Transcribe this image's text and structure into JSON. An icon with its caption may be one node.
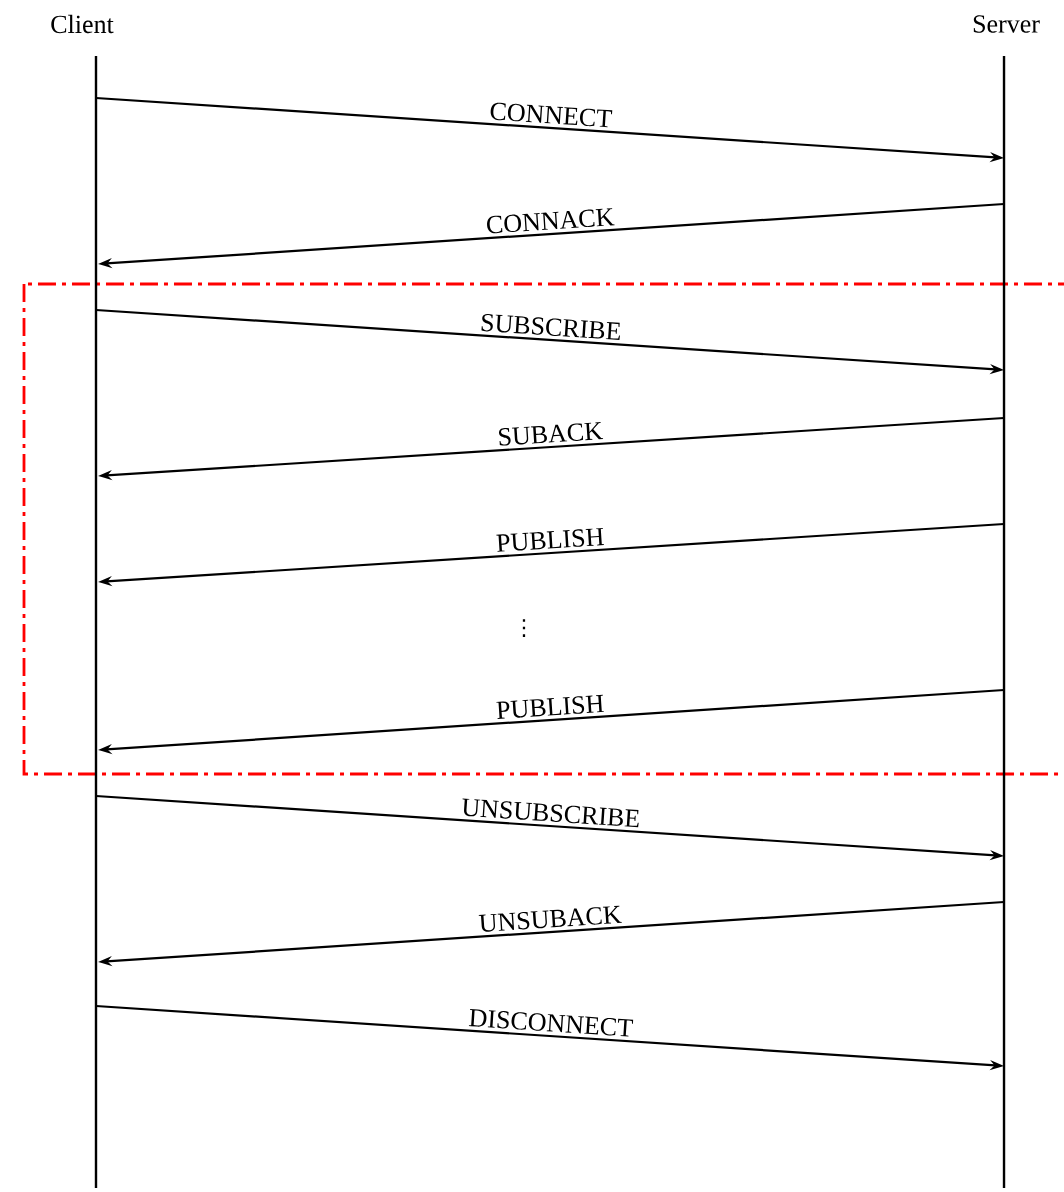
{
  "diagram": {
    "nodes": [
      {
        "text": [
          "Client"
        ]
      },
      {
        "text": [
          "Server"
        ]
      }
    ],
    "edges": [
      {
        "from": 0,
        "to": 1,
        "arrow": "to",
        "label": "CONNECT"
      },
      {
        "from": 1,
        "to": 0,
        "arrow": "to",
        "label": "CONNACK"
      },
      {
        "from": 0,
        "to": 1,
        "arrow": "to",
        "label": "SUBSCRIBE"
      },
      {
        "from": 1,
        "to": 0,
        "arrow": "to",
        "label": "SUBACK"
      },
      {
        "from": 1,
        "to": 0,
        "arrow": "to",
        "label": "PUBLISH"
      },
      {
        "from": 1,
        "to": 0,
        "arrow": "to",
        "label": "PUBLISH"
      },
      {
        "from": 0,
        "to": 1,
        "arrow": "to",
        "label": "UNSUBSCRIBE"
      },
      {
        "from": 1,
        "to": 0,
        "arrow": "to",
        "label": "UNSUBACK"
      },
      {
        "from": 0,
        "to": 1,
        "arrow": "to",
        "label": "DISCONNECT"
      }
    ],
    "labels": [
      "⋮"
    ]
  }
}
